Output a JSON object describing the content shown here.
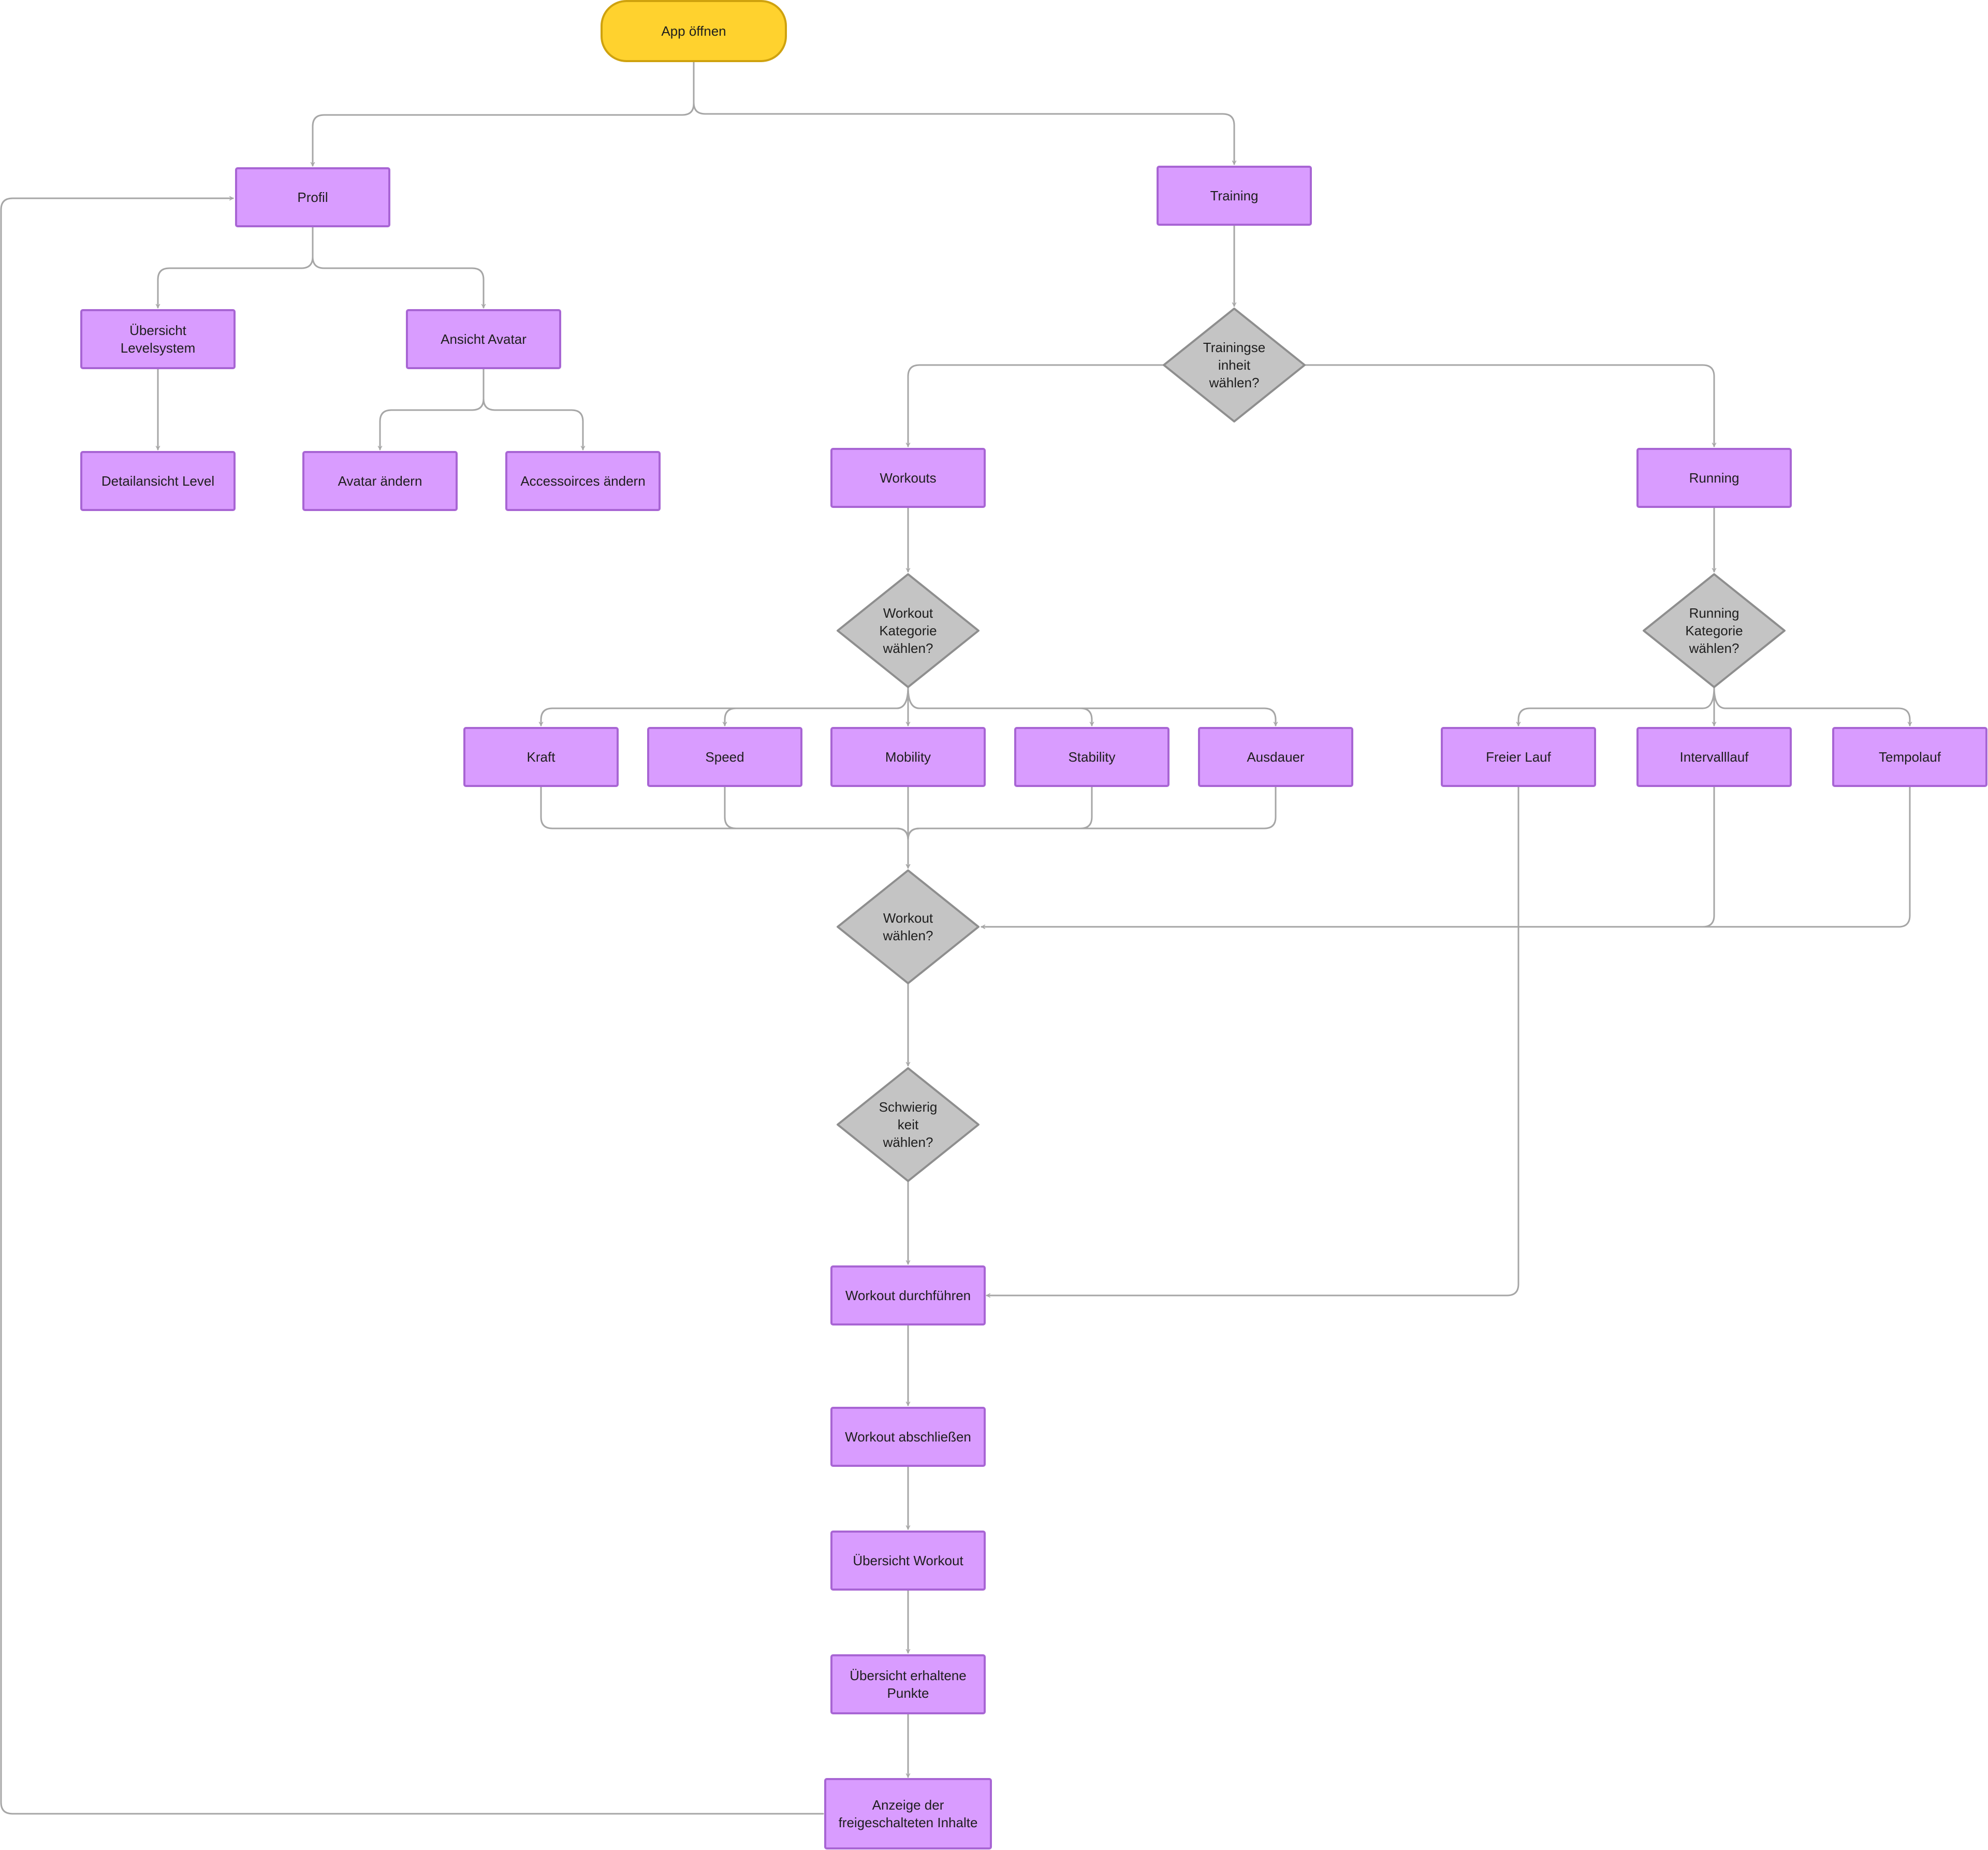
{
  "diagram": {
    "nodes": [
      {
        "id": "app_oeffnen",
        "kind": "start",
        "label": "App öffnen"
      },
      {
        "id": "profil",
        "kind": "box",
        "label": "Profil"
      },
      {
        "id": "training",
        "kind": "box",
        "label": "Training"
      },
      {
        "id": "uebersicht_level",
        "kind": "box",
        "label": "Übersicht\nLevelsystem"
      },
      {
        "id": "ansicht_avatar",
        "kind": "box",
        "label": "Ansicht Avatar"
      },
      {
        "id": "detailansicht_level",
        "kind": "box",
        "label": "Detailansicht Level"
      },
      {
        "id": "avatar_aendern",
        "kind": "box",
        "label": "Avatar ändern"
      },
      {
        "id": "accessoirces_aendern",
        "kind": "box",
        "label": "Accessoirces ändern"
      },
      {
        "id": "trainingseinheit",
        "kind": "decision",
        "label": "Trainingse\ninheit\nwählen?"
      },
      {
        "id": "workouts",
        "kind": "box",
        "label": "Workouts"
      },
      {
        "id": "running",
        "kind": "box",
        "label": "Running"
      },
      {
        "id": "workout_kategorie",
        "kind": "decision",
        "label": "Workout\nKategorie\nwählen?"
      },
      {
        "id": "running_kategorie",
        "kind": "decision",
        "label": "Running\nKategorie\nwählen?"
      },
      {
        "id": "kraft",
        "kind": "box",
        "label": "Kraft"
      },
      {
        "id": "speed",
        "kind": "box",
        "label": "Speed"
      },
      {
        "id": "mobility",
        "kind": "box",
        "label": "Mobility"
      },
      {
        "id": "stability",
        "kind": "box",
        "label": "Stability"
      },
      {
        "id": "ausdauer",
        "kind": "box",
        "label": "Ausdauer"
      },
      {
        "id": "freier_lauf",
        "kind": "box",
        "label": "Freier Lauf"
      },
      {
        "id": "intervalllauf",
        "kind": "box",
        "label": "Intervalllauf"
      },
      {
        "id": "tempolauf",
        "kind": "box",
        "label": "Tempolauf"
      },
      {
        "id": "workout_waehlen",
        "kind": "decision",
        "label": "Workout\nwählen?"
      },
      {
        "id": "schwierigkeit",
        "kind": "decision",
        "label": "Schwierig\nkeit\nwählen?"
      },
      {
        "id": "workout_durchfuehren",
        "kind": "box",
        "label": "Workout durchführen"
      },
      {
        "id": "workout_abschliessen",
        "kind": "box",
        "label": "Workout abschließen"
      },
      {
        "id": "uebersicht_workout",
        "kind": "box",
        "label": "Übersicht Workout"
      },
      {
        "id": "uebersicht_punkte",
        "kind": "box",
        "label": "Übersicht erhaltene\nPunkte"
      },
      {
        "id": "anzeige_inhalte",
        "kind": "box",
        "label": "Anzeige der\nfreigeschalteten Inhalte"
      }
    ],
    "edges": [
      {
        "from": "app_oeffnen",
        "to": "profil"
      },
      {
        "from": "app_oeffnen",
        "to": "training"
      },
      {
        "from": "profil",
        "to": "uebersicht_level"
      },
      {
        "from": "profil",
        "to": "ansicht_avatar"
      },
      {
        "from": "uebersicht_level",
        "to": "detailansicht_level"
      },
      {
        "from": "ansicht_avatar",
        "to": "avatar_aendern"
      },
      {
        "from": "ansicht_avatar",
        "to": "accessoirces_aendern"
      },
      {
        "from": "training",
        "to": "trainingseinheit"
      },
      {
        "from": "trainingseinheit",
        "to": "workouts"
      },
      {
        "from": "trainingseinheit",
        "to": "running"
      },
      {
        "from": "workouts",
        "to": "workout_kategorie"
      },
      {
        "from": "running",
        "to": "running_kategorie"
      },
      {
        "from": "workout_kategorie",
        "to": "kraft"
      },
      {
        "from": "workout_kategorie",
        "to": "speed"
      },
      {
        "from": "workout_kategorie",
        "to": "mobility"
      },
      {
        "from": "workout_kategorie",
        "to": "stability"
      },
      {
        "from": "workout_kategorie",
        "to": "ausdauer"
      },
      {
        "from": "running_kategorie",
        "to": "freier_lauf"
      },
      {
        "from": "running_kategorie",
        "to": "intervalllauf"
      },
      {
        "from": "running_kategorie",
        "to": "tempolauf"
      },
      {
        "from": "kraft",
        "to": "workout_waehlen"
      },
      {
        "from": "speed",
        "to": "workout_waehlen"
      },
      {
        "from": "mobility",
        "to": "workout_waehlen"
      },
      {
        "from": "stability",
        "to": "workout_waehlen"
      },
      {
        "from": "ausdauer",
        "to": "workout_waehlen"
      },
      {
        "from": "intervalllauf",
        "to": "workout_waehlen"
      },
      {
        "from": "tempolauf",
        "to": "workout_waehlen"
      },
      {
        "from": "workout_waehlen",
        "to": "schwierigkeit"
      },
      {
        "from": "schwierigkeit",
        "to": "workout_durchfuehren"
      },
      {
        "from": "freier_lauf",
        "to": "workout_durchfuehren"
      },
      {
        "from": "workout_durchfuehren",
        "to": "workout_abschliessen"
      },
      {
        "from": "workout_abschliessen",
        "to": "uebersicht_workout"
      },
      {
        "from": "uebersicht_workout",
        "to": "uebersicht_punkte"
      },
      {
        "from": "uebersicht_punkte",
        "to": "anzeige_inhalte"
      },
      {
        "from": "anzeige_inhalte",
        "to": "profil"
      }
    ]
  }
}
